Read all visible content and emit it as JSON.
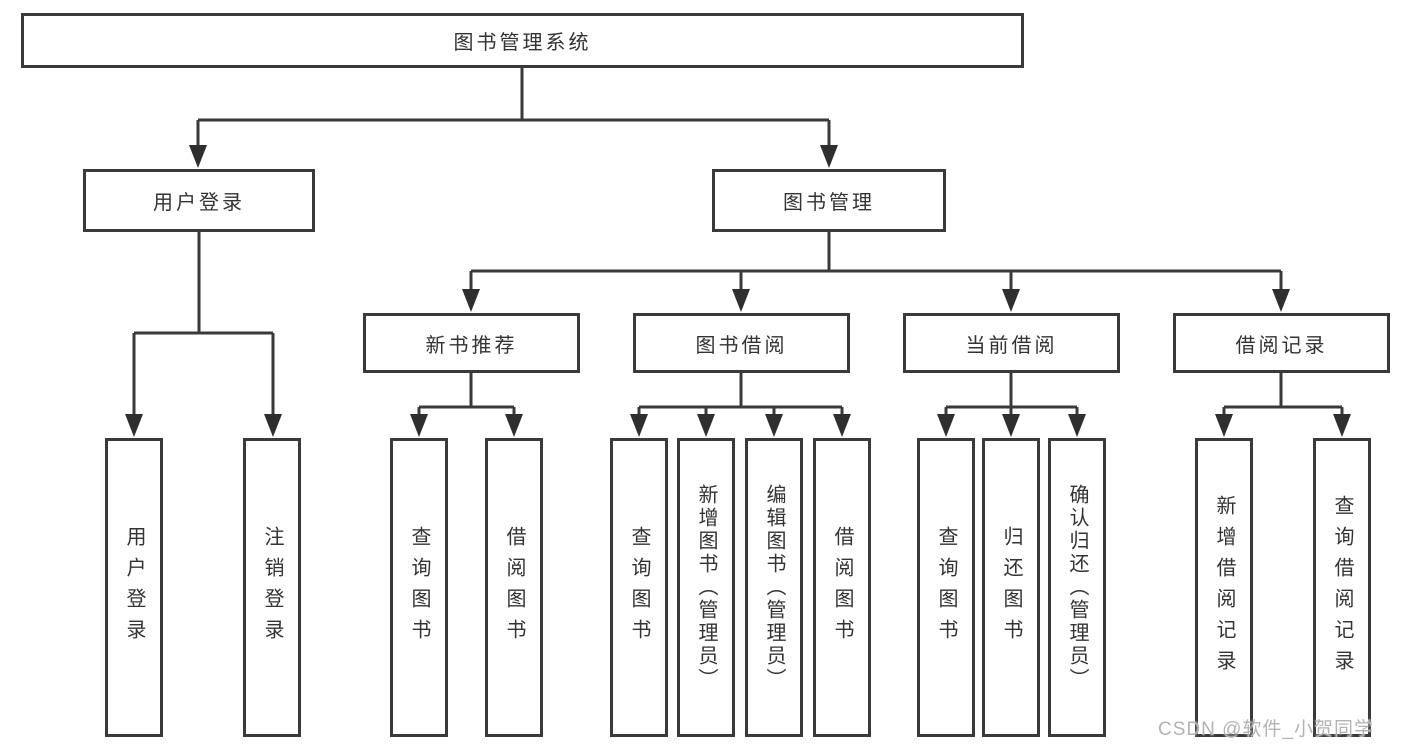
{
  "colors": {
    "background": "#ffffff",
    "line": "#3a3a3a",
    "box_border": "#3a3a3a",
    "text": "#333333",
    "watermark": "#b3b3b3"
  },
  "root": {
    "label": "图书管理系统"
  },
  "modules": [
    {
      "label": "用户登录",
      "features": [
        {
          "label": "用户登录"
        },
        {
          "label": "注销登录"
        }
      ]
    },
    {
      "label": "图书管理",
      "submodules": [
        {
          "label": "新书推荐",
          "features": [
            {
              "label": "查询图书"
            },
            {
              "label": "借阅图书"
            }
          ]
        },
        {
          "label": "图书借阅",
          "features": [
            {
              "label": "查询图书"
            },
            {
              "label": "新增图书（管理员）"
            },
            {
              "label": "编辑图书（管理员）"
            },
            {
              "label": "借阅图书"
            }
          ]
        },
        {
          "label": "当前借阅",
          "features": [
            {
              "label": "查询图书"
            },
            {
              "label": "归还图书"
            },
            {
              "label": "确认归还（管理员）"
            }
          ]
        },
        {
          "label": "借阅记录",
          "features": [
            {
              "label": "新增借阅记录"
            },
            {
              "label": "查询借阅记录"
            }
          ]
        }
      ]
    }
  ],
  "watermark": {
    "text": "CSDN @软件_小贺同学"
  }
}
